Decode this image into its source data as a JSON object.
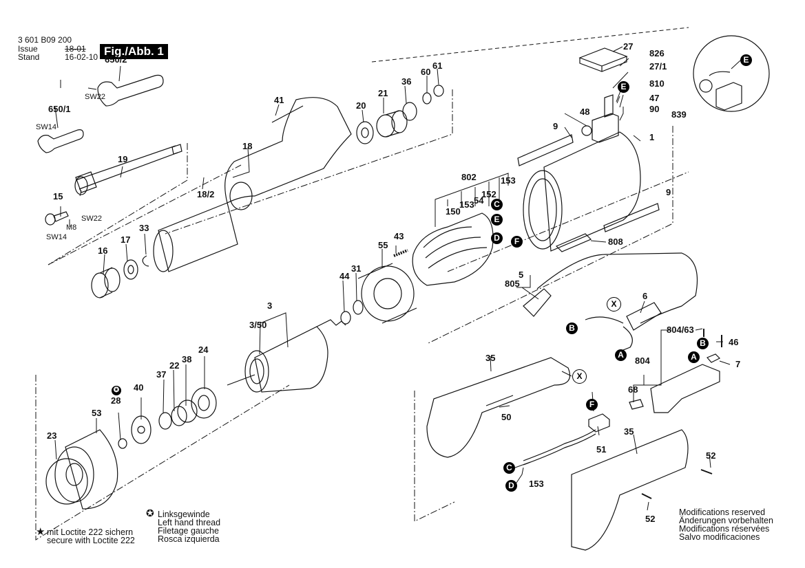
{
  "header": {
    "part_number": "3 601 B09 200",
    "issue_label": "Issue",
    "stand_label": "Stand",
    "old_date_struck": "18-01",
    "date": "16-02-10",
    "figure_label": "Fig./Abb. 1"
  },
  "part_labels": {
    "p650_2": "650/2",
    "sw22_a": "SW22",
    "p650_1": "650/1",
    "sw14_a": "SW14",
    "p19": "19",
    "p15": "15",
    "m8": "M8",
    "sw22_b": "SW22",
    "sw14_b": "SW14",
    "p41": "41",
    "p18": "18",
    "p18_2": "18/2",
    "p20": "20",
    "p21": "21",
    "p36": "36",
    "p60": "60",
    "p61": "61",
    "p16": "16",
    "p17": "17",
    "p33": "33",
    "p27": "27",
    "p826": "826",
    "p27_1": "27/1",
    "p810": "810",
    "p47": "47",
    "p90": "90",
    "p839": "839",
    "p48": "48",
    "p9_a": "9",
    "p1": "1",
    "p9_b": "9",
    "p808": "808",
    "p802": "802",
    "p153_a": "153",
    "p153_b": "153",
    "p152": "152",
    "p54": "54",
    "p150": "150",
    "p43": "43",
    "p55": "55",
    "p44": "44",
    "p31": "31",
    "p5": "5",
    "p805": "805",
    "p6": "6",
    "p3": "3",
    "p3_50": "3/50",
    "p24": "24",
    "p38": "38",
    "p22": "22",
    "p37": "37",
    "p40": "40",
    "p28": "28",
    "p53": "53",
    "p23": "23",
    "p35_a": "35",
    "p50": "50",
    "p804_63": "804/63",
    "p46": "46",
    "p7": "7",
    "p804": "804",
    "p68": "68",
    "p51": "51",
    "p35_b": "35",
    "p52_a": "52",
    "p52_b": "52",
    "p153_c": "153"
  },
  "reference_markers": {
    "C": "C",
    "D": "D",
    "E": "E",
    "F": "F",
    "A": "A",
    "B": "B",
    "X": "X"
  },
  "legend": {
    "loctite": [
      "mit Loctite 222 sichern",
      "secure with Loctite 222"
    ],
    "left_thread": [
      "Linksgewinde",
      "Left hand thread",
      "Filetage gauche",
      "Rosca izquierda"
    ],
    "modifications": [
      "Modifications reserved",
      "Änderungen vorbehalten",
      "Modifications réservées",
      "Salvo modificaciones"
    ]
  }
}
